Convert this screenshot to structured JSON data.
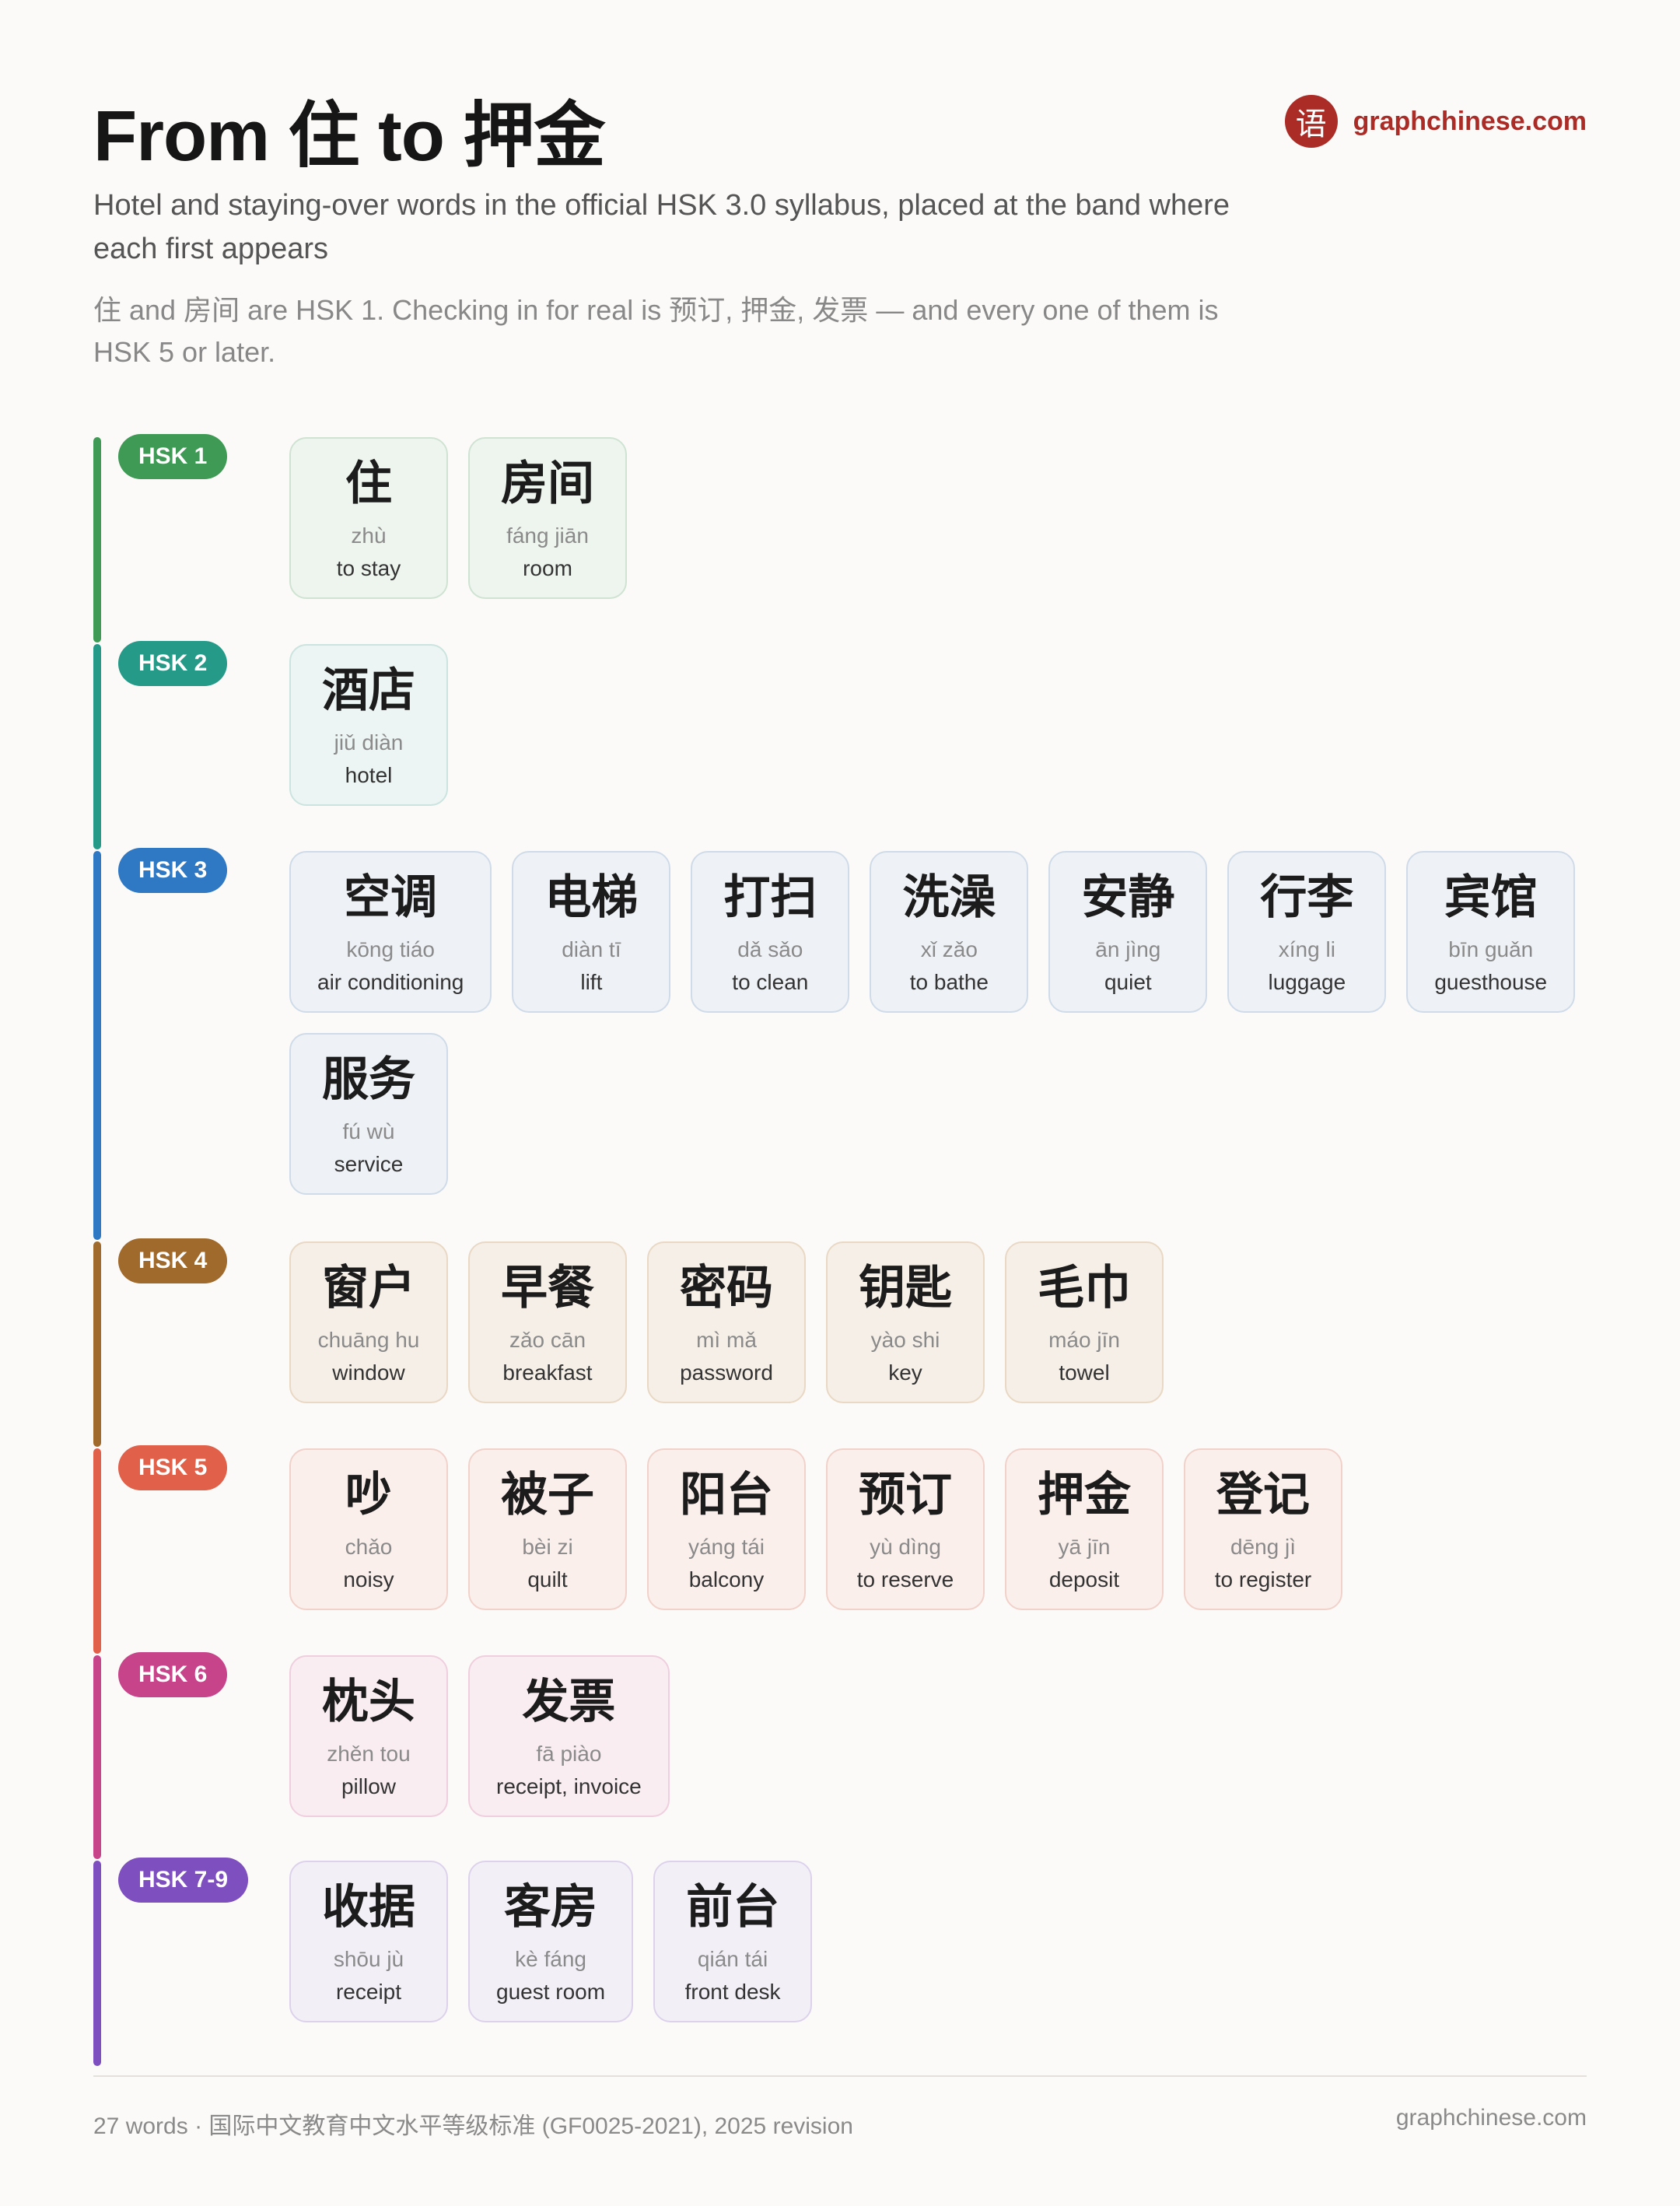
{
  "header": {
    "title": "From 住 to 押金",
    "subtitle": "Hotel and staying-over words in the official HSK 3.0 syllabus, placed at the band where each first appears",
    "note": "住 and 房间 are HSK 1. Checking in for real is 预订, 押金, 发票 — and every one of them is HSK 5 or later.",
    "brand_logo": "语",
    "brand_name": "graphchinese.com"
  },
  "bands": [
    {
      "label": "HSK 1",
      "color": "#3e9a54",
      "card_bg": "#eef5ee",
      "card_border": "#cfe3d2",
      "words": [
        {
          "hanzi": "住",
          "pinyin": "zhù",
          "english": "to stay"
        },
        {
          "hanzi": "房间",
          "pinyin": "fáng jiān",
          "english": "room"
        }
      ]
    },
    {
      "label": "HSK 2",
      "color": "#259a88",
      "card_bg": "#ecf5f3",
      "card_border": "#cbe4df",
      "words": [
        {
          "hanzi": "酒店",
          "pinyin": "jiǔ diàn",
          "english": "hotel"
        }
      ]
    },
    {
      "label": "HSK 3",
      "color": "#2f78c4",
      "card_bg": "#eef2f6",
      "card_border": "#cfdbe8",
      "words": [
        {
          "hanzi": "空调",
          "pinyin": "kōng tiáo",
          "english": "air conditioning"
        },
        {
          "hanzi": "电梯",
          "pinyin": "diàn tī",
          "english": "lift"
        },
        {
          "hanzi": "打扫",
          "pinyin": "dǎ sǎo",
          "english": "to clean"
        },
        {
          "hanzi": "洗澡",
          "pinyin": "xǐ zǎo",
          "english": "to bathe"
        },
        {
          "hanzi": "安静",
          "pinyin": "ān jìng",
          "english": "quiet"
        },
        {
          "hanzi": "行李",
          "pinyin": "xíng li",
          "english": "luggage"
        },
        {
          "hanzi": "宾馆",
          "pinyin": "bīn guǎn",
          "english": "guesthouse"
        },
        {
          "hanzi": "服务",
          "pinyin": "fú wù",
          "english": "service"
        }
      ]
    },
    {
      "label": "HSK 4",
      "color": "#a06a2c",
      "card_bg": "#f6efe7",
      "card_border": "#e8d8c4",
      "words": [
        {
          "hanzi": "窗户",
          "pinyin": "chuāng hu",
          "english": "window"
        },
        {
          "hanzi": "早餐",
          "pinyin": "zǎo cān",
          "english": "breakfast"
        },
        {
          "hanzi": "密码",
          "pinyin": "mì mǎ",
          "english": "password"
        },
        {
          "hanzi": "钥匙",
          "pinyin": "yào shi",
          "english": "key"
        },
        {
          "hanzi": "毛巾",
          "pinyin": "máo jīn",
          "english": "towel"
        }
      ]
    },
    {
      "label": "HSK 5",
      "color": "#e0604a",
      "card_bg": "#fbefec",
      "card_border": "#f1d2ca",
      "words": [
        {
          "hanzi": "吵",
          "pinyin": "chǎo",
          "english": "noisy"
        },
        {
          "hanzi": "被子",
          "pinyin": "bèi zi",
          "english": "quilt"
        },
        {
          "hanzi": "阳台",
          "pinyin": "yáng tái",
          "english": "balcony"
        },
        {
          "hanzi": "预订",
          "pinyin": "yù dìng",
          "english": "to reserve"
        },
        {
          "hanzi": "押金",
          "pinyin": "yā jīn",
          "english": "deposit"
        },
        {
          "hanzi": "登记",
          "pinyin": "dēng jì",
          "english": "to register"
        }
      ]
    },
    {
      "label": "HSK 6",
      "color": "#c8448a",
      "card_bg": "#f9edf2",
      "card_border": "#efcfdd",
      "words": [
        {
          "hanzi": "枕头",
          "pinyin": "zhěn tou",
          "english": "pillow"
        },
        {
          "hanzi": "发票",
          "pinyin": "fā piào",
          "english": "receipt, invoice"
        }
      ]
    },
    {
      "label": "HSK 7-9",
      "color": "#7e4fbf",
      "card_bg": "#f3eff7",
      "card_border": "#dcd2eb",
      "words": [
        {
          "hanzi": "收据",
          "pinyin": "shōu jù",
          "english": "receipt"
        },
        {
          "hanzi": "客房",
          "pinyin": "kè fáng",
          "english": "guest room"
        },
        {
          "hanzi": "前台",
          "pinyin": "qián tái",
          "english": "front desk"
        }
      ]
    }
  ],
  "footer": {
    "left": "27 words · 国际中文教育中文水平等级标准 (GF0025-2021), 2025 revision",
    "right": "graphchinese.com"
  }
}
